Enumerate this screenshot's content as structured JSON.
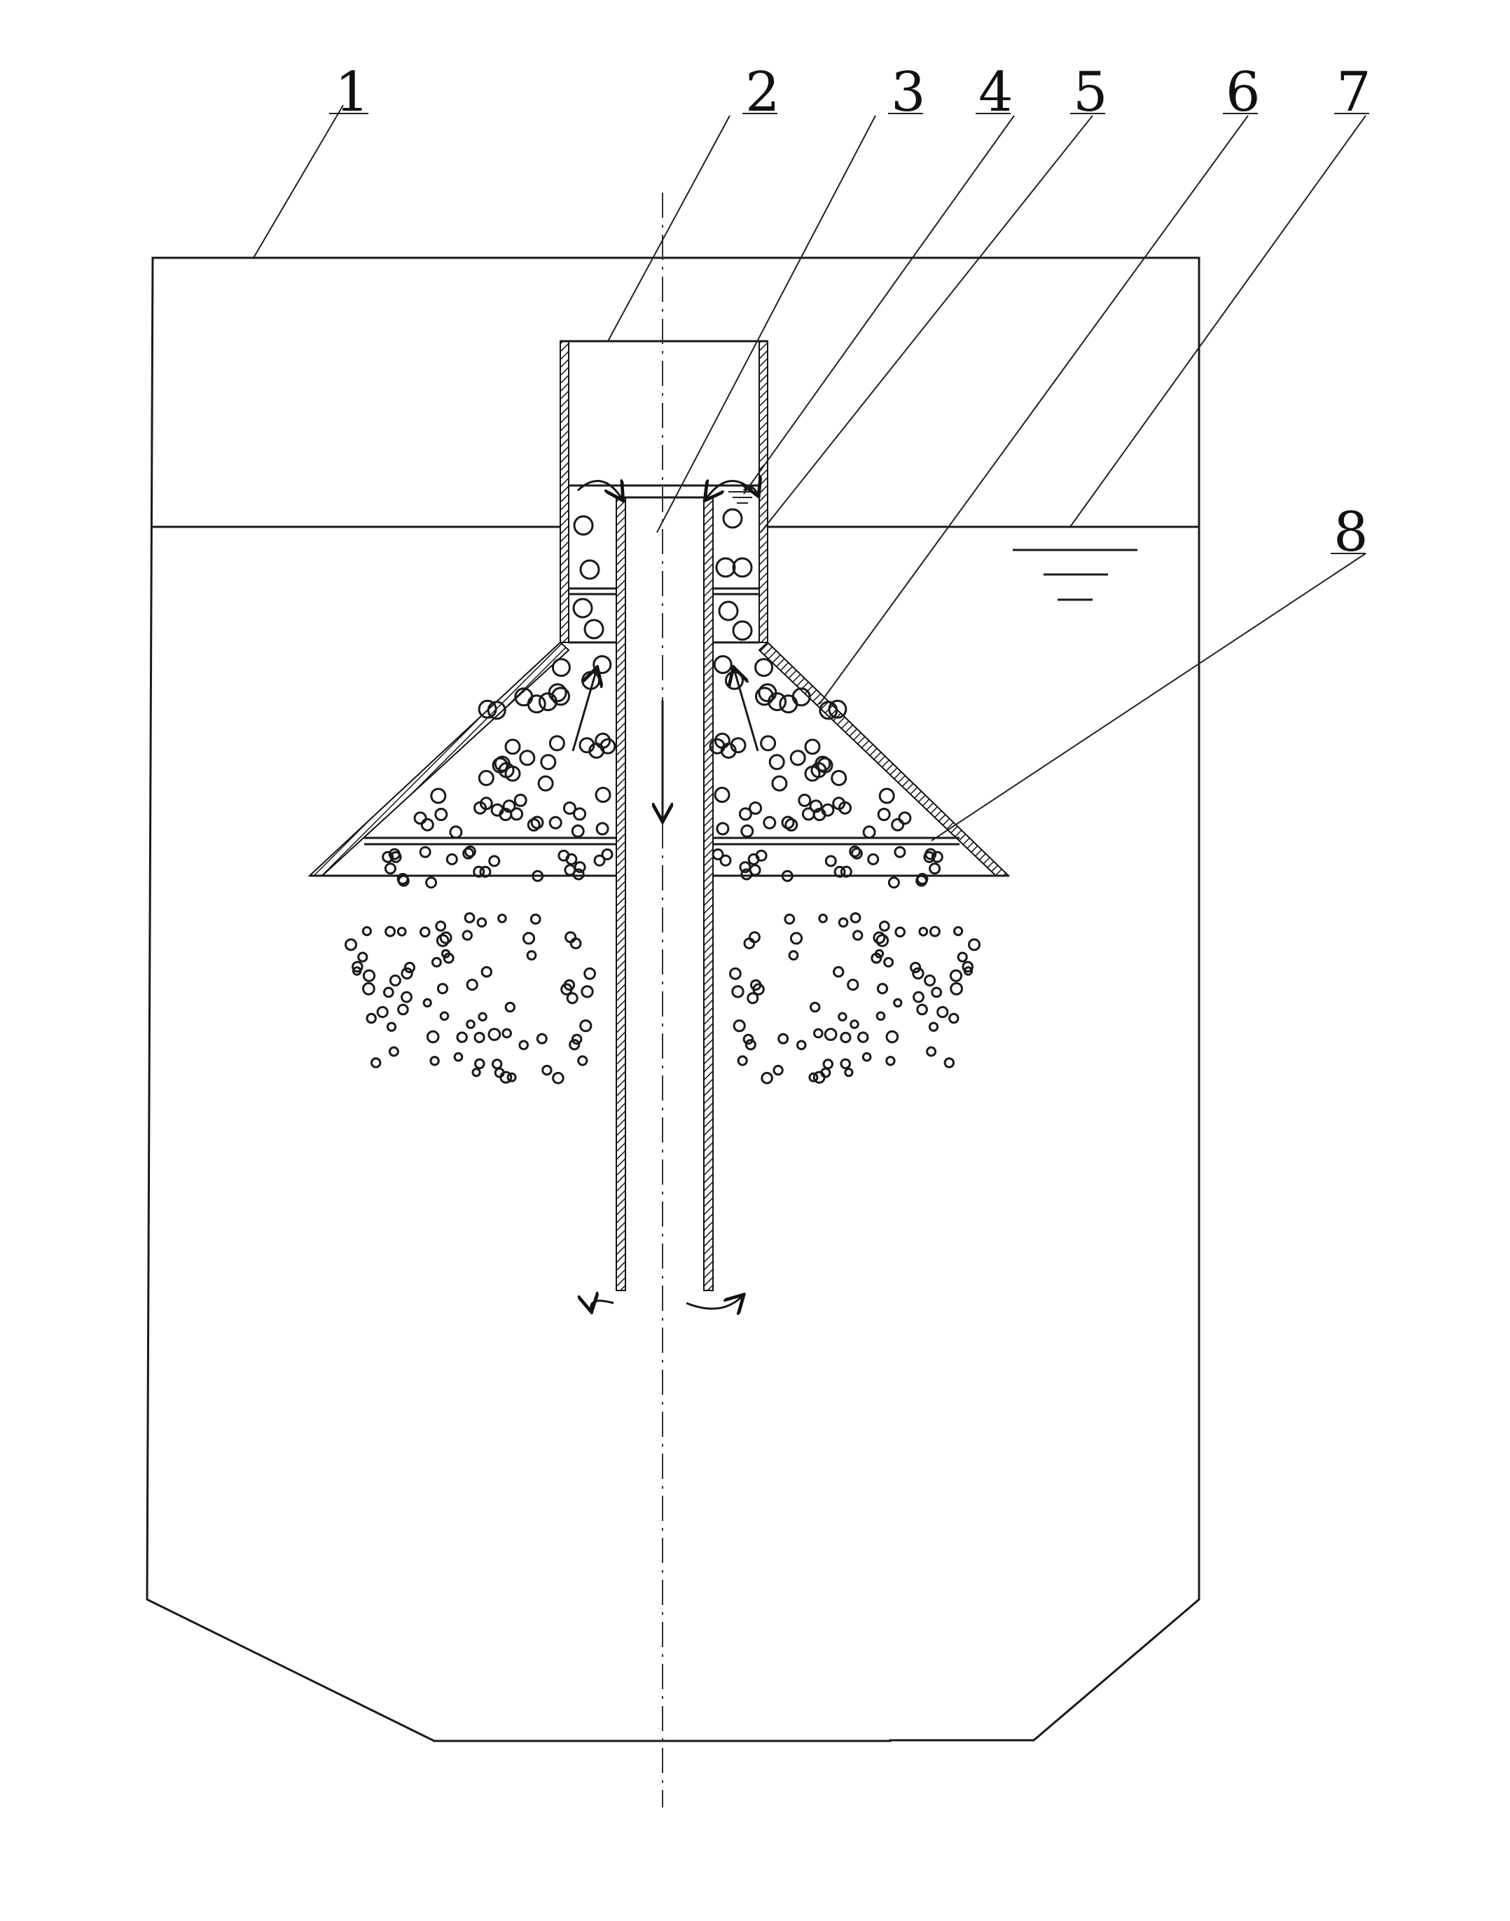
{
  "figure": {
    "labels": [
      {
        "id": "1",
        "text": "1"
      },
      {
        "id": "2",
        "text": "2"
      },
      {
        "id": "3",
        "text": "3"
      },
      {
        "id": "4",
        "text": "4"
      },
      {
        "id": "5",
        "text": "5"
      },
      {
        "id": "6",
        "text": "6"
      },
      {
        "id": "7",
        "text": "7"
      },
      {
        "id": "8",
        "text": "8"
      }
    ]
  }
}
